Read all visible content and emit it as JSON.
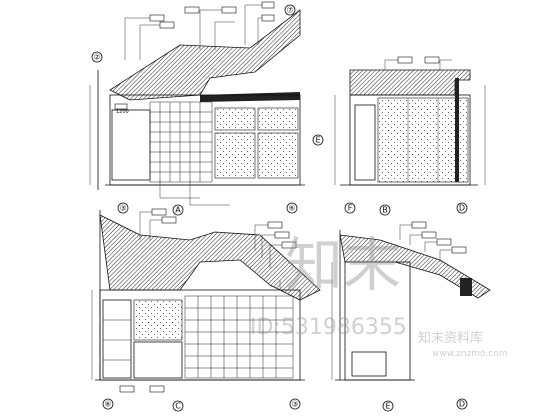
{
  "grid_bubbles": {
    "tl_top_left": "②",
    "tl_top_right": "⑦",
    "tl_bottom_a": "③",
    "tl_bottom_b": "A",
    "tl_bottom_c": "⑥",
    "tl_right": "E",
    "tr_bottom_a": "F",
    "tr_bottom_b": "B",
    "tr_bottom_c": "D",
    "bl_bottom_a": "⑥",
    "bl_bottom_b": "C",
    "bl_bottom_c": "③",
    "br_bottom_a": "E",
    "br_bottom_b": "D"
  },
  "dimensions": {
    "tl_width": "1200"
  },
  "watermark": {
    "brand_big": "知末",
    "id_line": "ID:531986355",
    "brand_small": "知末资料库",
    "url": "www.znzmo.com"
  },
  "colors": {
    "line": "#111111",
    "watermark": "#969696"
  }
}
